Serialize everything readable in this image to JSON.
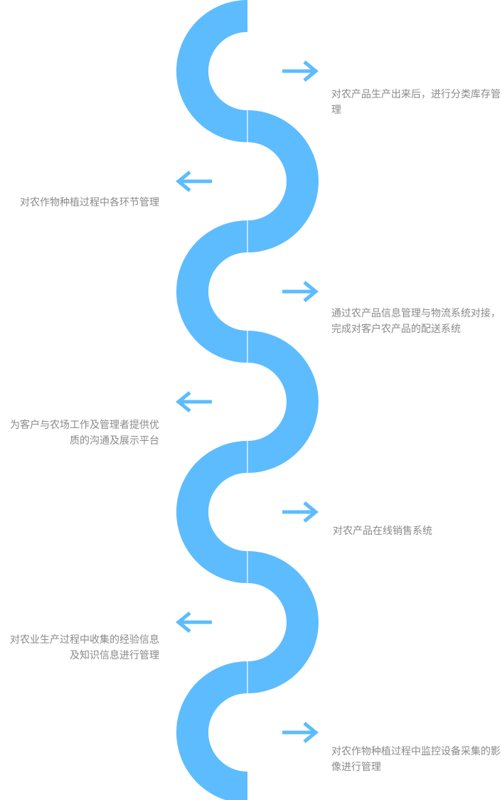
{
  "accent_color": "#5dbcfe",
  "text_color": "#8a8a8a",
  "steps": [
    {
      "side": "right",
      "text": "对农产品生产出来后，进行分类库存管理",
      "arrow_icon": "arrow-right-icon"
    },
    {
      "side": "left",
      "text": "对农作物种植过程中各环节管理",
      "arrow_icon": "arrow-left-icon"
    },
    {
      "side": "right",
      "text": "通过农产品信息管理与物流系统对接，完成对客户农产品的配送系统",
      "arrow_icon": "arrow-right-icon"
    },
    {
      "side": "left",
      "text": "为客户与农场工作及管理者提供优质的沟通及展示平台",
      "arrow_icon": "arrow-left-icon"
    },
    {
      "side": "right",
      "text": "对农产品在线销售系统",
      "arrow_icon": "arrow-right-icon"
    },
    {
      "side": "left",
      "text": "对农业生产过程中收集的经验信息及知识信息进行管理",
      "arrow_icon": "arrow-left-icon"
    },
    {
      "side": "right",
      "text": "对农作物种植过程中监控设备采集的影像进行管理",
      "arrow_icon": "arrow-right-icon"
    }
  ]
}
